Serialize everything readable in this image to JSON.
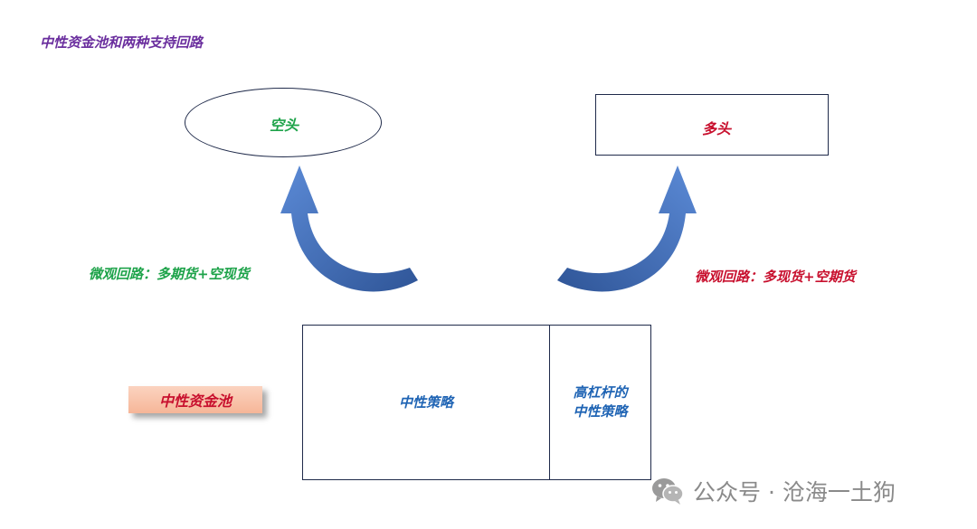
{
  "colors": {
    "title": "#6a2e9e",
    "short": "#1ea34a",
    "long": "#c8102e",
    "pool": "#1f64b4",
    "tag": "#c8102e",
    "arrow": "#4472c4"
  },
  "title": "中性资金池和两种支持回路",
  "short_node": {
    "label": "空头"
  },
  "long_node": {
    "label": "多头"
  },
  "loop_left": {
    "label": "微观回路：多期货+空现货"
  },
  "loop_right": {
    "label": "微观回路：多现货+空期货"
  },
  "pool": {
    "tag": "中性资金池",
    "neutral": "中性策略",
    "leverage_line1": "高杠杆的",
    "leverage_line2": "中性策略"
  },
  "watermark": {
    "text": "公众号 · 沧海一土狗",
    "icon": "wechat-icon"
  }
}
